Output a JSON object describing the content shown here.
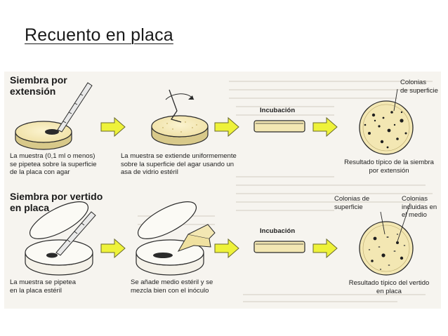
{
  "title": "Recuento en placa",
  "colors": {
    "agar": "#f3e7b3",
    "arrow_fill": "#eef23a",
    "arrow_stroke": "#6a6a2a",
    "stroke": "#2a2a2a",
    "figure_bg": "#f6f4ef"
  },
  "diagram": {
    "extension": {
      "heading": [
        "Siembra por",
        "extensión"
      ],
      "step1": [
        "La muestra (0,1 ml o menos)",
        "se pipetea sobre la superficie",
        "de la placa con agar"
      ],
      "step2": [
        "La muestra se extiende uniformemente",
        "sobre la superficie del agar usando un",
        "asa de vidrio estéril"
      ],
      "incubation": "Incubación",
      "colonies": [
        "Colonias",
        "de superficie"
      ],
      "result": [
        "Resultado típico de la siembra",
        "por extensión"
      ]
    },
    "pour": {
      "heading": [
        "Siembra por vertido",
        "en placa"
      ],
      "step1": [
        "La muestra se pipetea",
        "en la placa estéril"
      ],
      "step2": [
        "Se añade medio estéril y se",
        "mezcla bien con el inóculo"
      ],
      "incubation": "Incubación",
      "surface_colonies": [
        "Colonias de",
        "superficie"
      ],
      "embedded_colonies": [
        "Colonias",
        "incluidas en",
        "el medio"
      ],
      "result": [
        "Resultado típico del vertido",
        "en placa"
      ]
    }
  }
}
